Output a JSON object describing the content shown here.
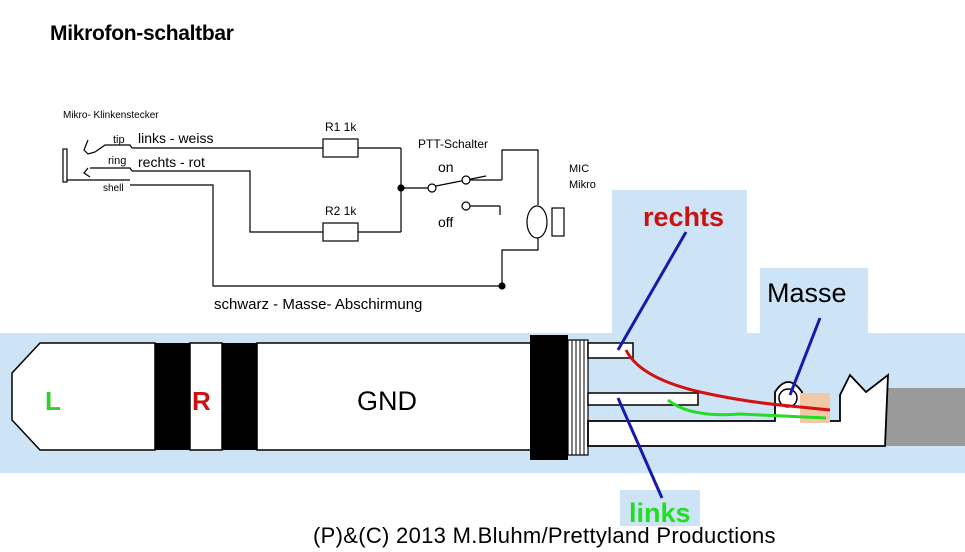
{
  "title": "Mikrofon-schaltbar",
  "schematic": {
    "plug_label": "Mikro- Klinkenstecker",
    "contact_tip": "tip",
    "contact_ring": "ring",
    "contact_shell": "shell",
    "wire_tip": "links - weiss",
    "wire_ring": "rechts - rot",
    "r1_label": "R1  1k",
    "r2_label": "R2  1k",
    "switch_label": "PTT-Schalter",
    "switch_on": "on",
    "switch_off": "off",
    "mic_label_1": "MIC",
    "mic_label_2": "Mikro",
    "ground_wire": "schwarz - Masse- Abschirmung"
  },
  "plug": {
    "tip_label": "L",
    "ring_label": "R",
    "sleeve_label": "GND",
    "callout_rechts": "rechts",
    "callout_links": "links",
    "callout_masse": "Masse"
  },
  "credit": "(P)&(C) 2013  M.Bluhm/Prettyland Productions",
  "colors": {
    "highlight": "#cce4f6",
    "red_wire": "#d41010",
    "green_wire": "#22dd22",
    "blue_line": "#1a1aa8",
    "tip_letter": "#33cc33",
    "ring_letter": "#cc1111",
    "cable_grey": "#9a9a9a",
    "skin": "#f2c9a6"
  }
}
